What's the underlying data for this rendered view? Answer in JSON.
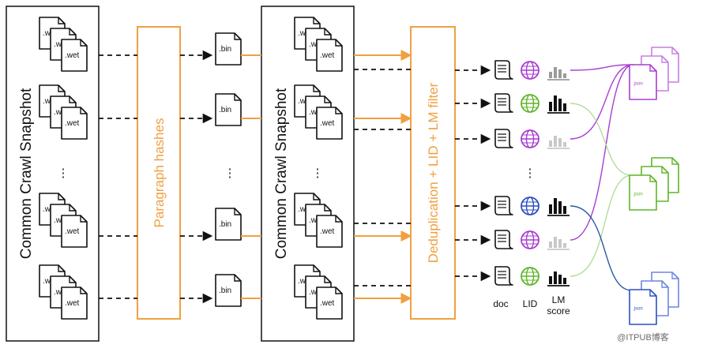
{
  "snapshot_label": "Common Crawl Snapshot",
  "hash_label": "Paragraph hashes",
  "filter_label": "Deduplication + LID + LM filter",
  "wet_ext": ".wet",
  "bin_ext": ".bin",
  "json_ext": ".json",
  "ellipsis": "⋮",
  "legend": {
    "doc": "doc",
    "lid": "LID",
    "lm_line1": "LM",
    "lm_line2": "score"
  },
  "watermark": "@ITPUB博客",
  "icons": {
    "file": "document-file-icon",
    "doc": "scroll-document-icon",
    "lid": "globe-icon",
    "lm": "bar-chart-icon"
  },
  "colors": {
    "orange": "#f0a040",
    "purple": "#a83ed0",
    "purple_light": "#c77ee0",
    "green": "#5fb528",
    "green_light": "#a8d890",
    "blue": "#2e4fc0",
    "blue_light": "#6f86e0",
    "grey_light": "#c8c8c8",
    "dark_blue": "#2a5aa0"
  },
  "rows": [
    {
      "lid": "purple",
      "lm": "grey",
      "lm_level": "low"
    },
    {
      "lid": "green",
      "lm": "black",
      "lm_level": "high"
    },
    {
      "lid": "purple",
      "lm": "grey_light",
      "lm_level": "low"
    },
    {
      "lid": "blue",
      "lm": "black",
      "lm_level": "high"
    },
    {
      "lid": "purple",
      "lm": "grey_light",
      "lm_level": "low"
    },
    {
      "lid": "green",
      "lm": "black",
      "lm_level": "mid"
    }
  ]
}
